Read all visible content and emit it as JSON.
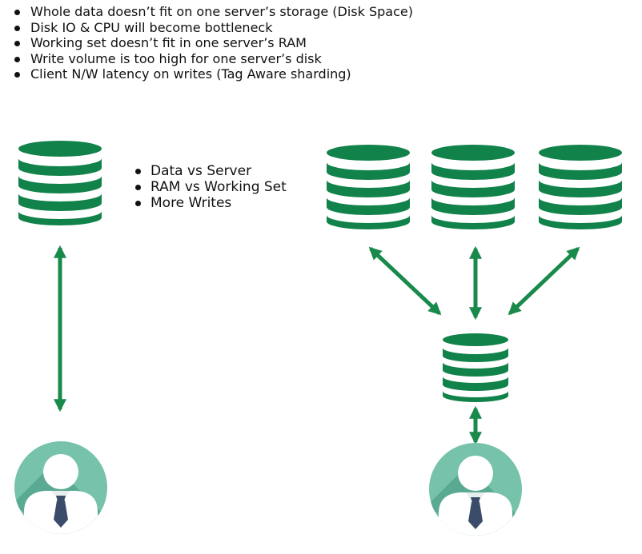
{
  "reasons": [
    "Whole data doesn’t fit on one server’s storage (Disk Space)",
    "Disk IO & CPU will become bottleneck",
    "Working set doesn’t fit in one server’s RAM",
    "Write volume is too high for one server’s disk",
    "Client N/W latency on writes (Tag Aware sharding)"
  ],
  "factors": [
    "Data vs Server",
    "RAM vs Working Set",
    "More Writes"
  ],
  "icons": {
    "database": "database-icon",
    "user": "user-icon",
    "arrow": "double-arrow"
  },
  "colors": {
    "db_green": "#11824a",
    "arrow_green": "#198a4b",
    "avatar_bg": "#76c2ab",
    "avatar_shadow": "#5aa992",
    "tie": "#3b4c6b"
  }
}
